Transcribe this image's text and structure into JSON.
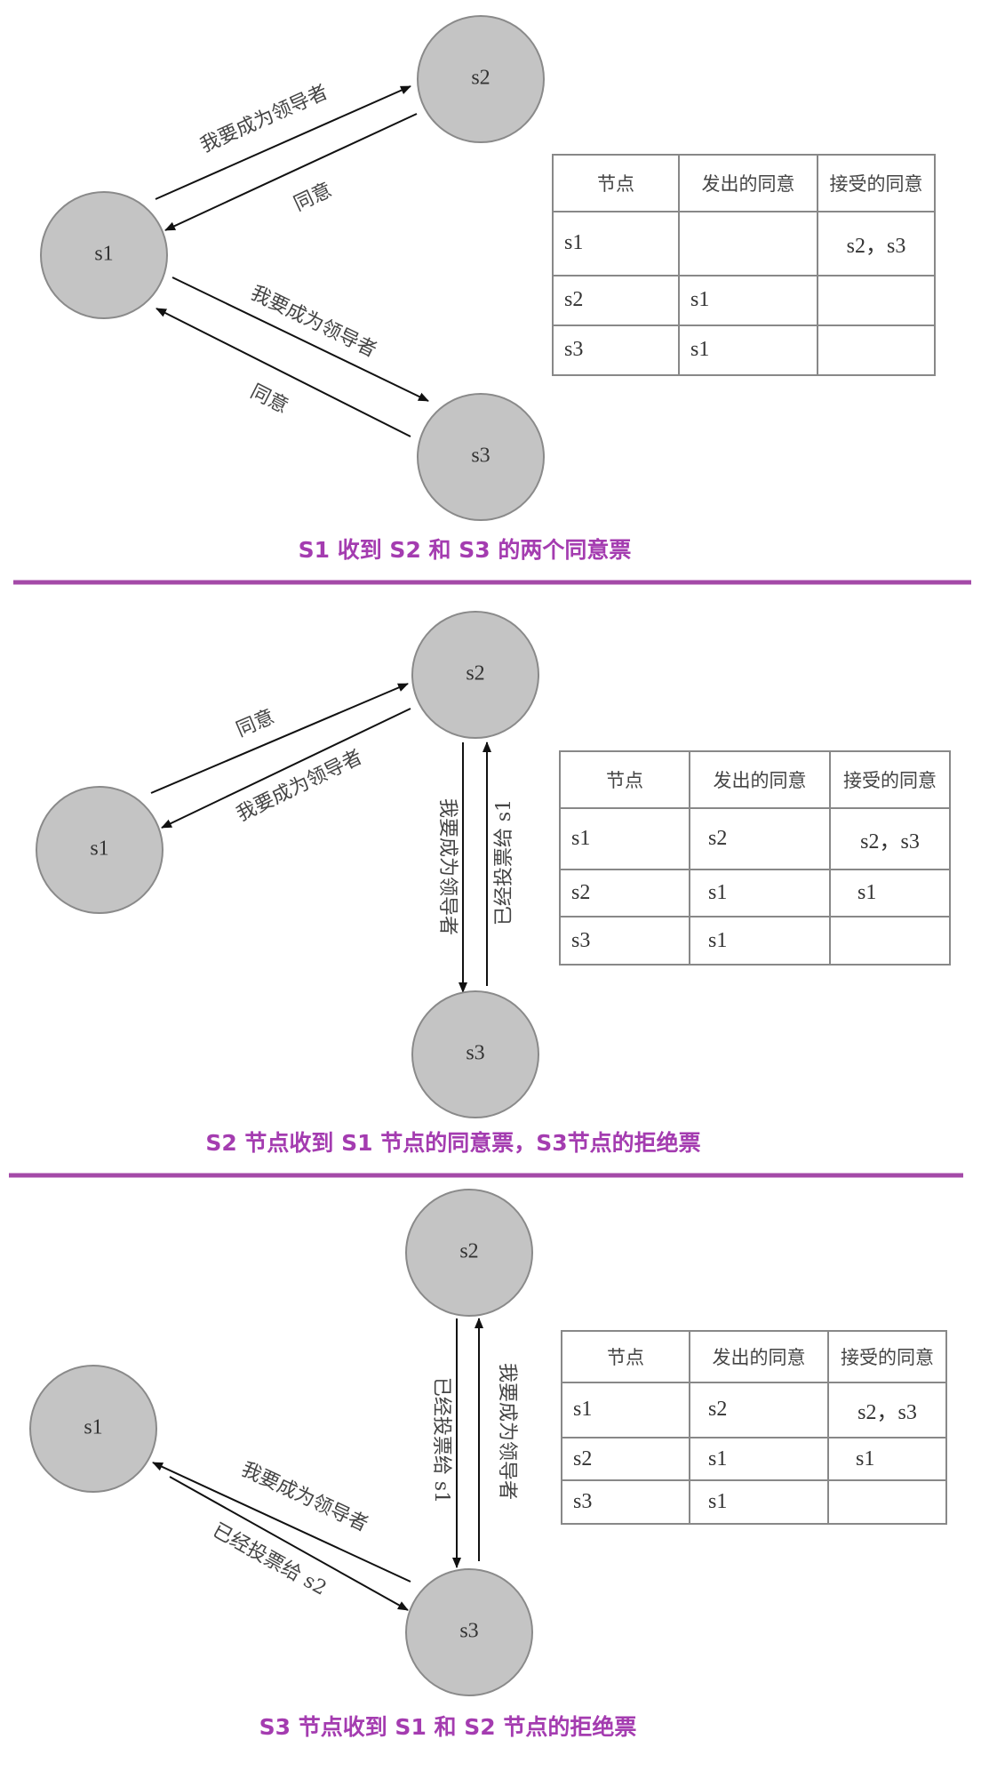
{
  "labels": {
    "request": "我要成为领导者",
    "agree": "同意",
    "voted_s1": "已经投票给 s1",
    "voted_s2": "已经投票给 s2"
  },
  "nodes": {
    "s1": "s1",
    "s2": "s2",
    "s3": "s3"
  },
  "table_headers": [
    "节点",
    "发出的同意",
    "接受的同意"
  ],
  "panels": [
    {
      "caption": "S1 收到 S2 和 S3 的两个同意票",
      "rows": [
        [
          "s1",
          "",
          "s2，s3"
        ],
        [
          "s2",
          "s1",
          ""
        ],
        [
          "s3",
          "s1",
          ""
        ]
      ]
    },
    {
      "caption": "S2 节点收到 S1 节点的同意票，S3节点的拒绝票",
      "rows": [
        [
          "s1",
          "s2",
          "s2，s3"
        ],
        [
          "s2",
          "s1",
          "s1"
        ],
        [
          "s3",
          "s1",
          ""
        ]
      ]
    },
    {
      "caption": "S3 节点收到 S1 和 S2 节点的拒绝票",
      "rows": [
        [
          "s1",
          "s2",
          "s2，s3"
        ],
        [
          "s2",
          "s1",
          "s1"
        ],
        [
          "s3",
          "s1",
          ""
        ]
      ]
    }
  ],
  "colors": {
    "accent": "#a44aa8",
    "node_fill": "#c4c4c4"
  }
}
